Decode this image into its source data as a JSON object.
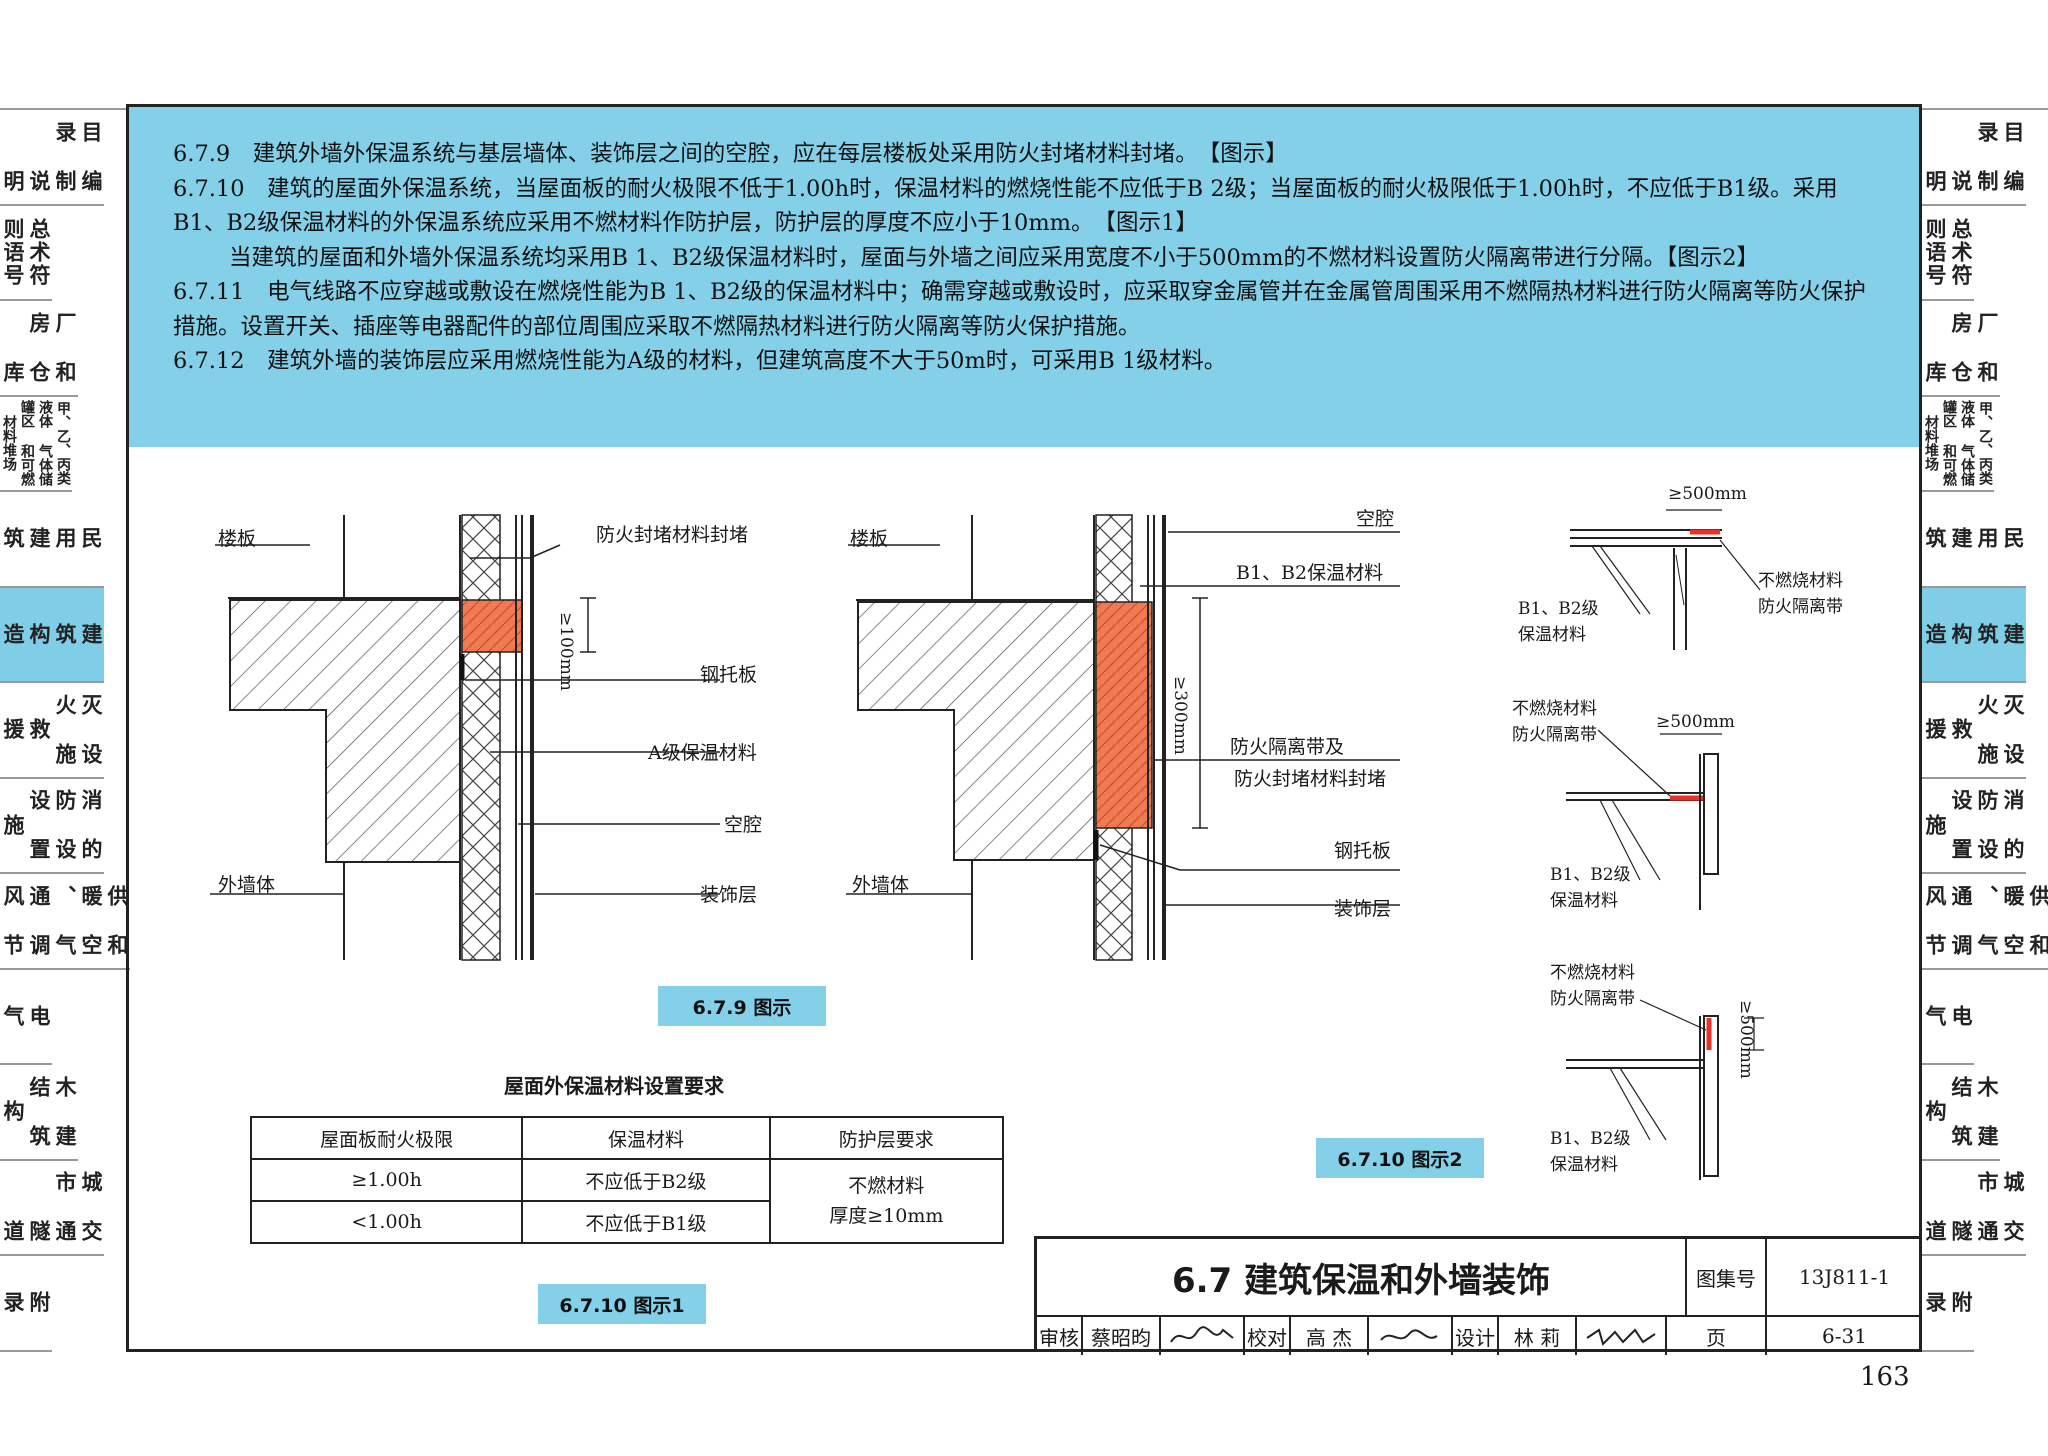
{
  "left_tabs": [
    {
      "label": "目 编\n录 制\n　 说\n　 明"
    },
    {
      "label": "总术符\n则语号"
    },
    {
      "label": "厂 和\n房 仓\n　 库"
    },
    {
      "label": "甲、乙、丙类液体 气体储罐区 和可燃材料堆场"
    },
    {
      "label": "民\n用\n建\n筑"
    },
    {
      "label": "建\n筑\n构\n造"
    },
    {
      "label": "灭 设\n火 施\n救\n援"
    },
    {
      "label": "消 的\n防 设\n设 置\n施"
    },
    {
      "label": "供 和\n暖 空\n、 气\n通 调\n风 节"
    },
    {
      "label": "电\n气"
    },
    {
      "label": "木 建\n结 筑\n构"
    },
    {
      "label": "城 交\n市 通\n　 隧\n　 道"
    },
    {
      "label": "附\n录"
    }
  ],
  "text": {
    "p1": "6.7.9　建筑外墙外保温系统与基层墙体、装饰层之间的空腔，应在每层楼板处采用防火封堵材料封堵。　【图示】",
    "p2": "6.7.10　建筑的屋面外保温系统，当屋面板的耐火极限不低于1.00h时，保温材料的燃烧性能不应低于B 2级；当屋面板的耐火极限低于1.00h时，不应低于B1级。采用B1、B2级保温材料的外保温系统应采用不燃材料作防护层，防护层的厚度不应小于10mm。　【图示1】",
    "p3": "当建筑的屋面和外墙外保温系统均采用B 1、B2级保温材料时，屋面与外墙之间应采用宽度不小于500mm的不燃材料设置防火隔离带进行分隔。【图示2】",
    "p4": "6.7.11　电气线路不应穿越或敷设在燃烧性能为B 1、B2级的保温材料中；确需穿越或敷设时，应采取穿金属管并在金属管周围采用不燃隔热材料进行防火隔离等防火保护措施。设置开关、插座等电器配件的部位周围应采取不燃隔热材料进行防火隔离等防火保护措施。",
    "p5": "6.7.12　建筑外墙的装饰层应采用燃烧性能为A级的材料，但建筑高度不大于50m时，可采用B 1级材料。"
  },
  "fig1": {
    "louban": "楼板",
    "fenglu": "防火封堵材料封堵",
    "dim": "≥100mm",
    "gangtuoban": "钢托板",
    "ajibaowen": "A级保温材料",
    "kongqiang": "空腔",
    "waiqiangti": "外墙体",
    "zhuangshiceng": "装饰层",
    "caption": "6.7.9 图示"
  },
  "fig2": {
    "louban": "楼板",
    "kongqiang": "空腔",
    "b1b2": "B1、B2保温材料",
    "dim": "≥300mm",
    "geli1": "防火隔离带及",
    "geli2": "防火封堵材料封堵",
    "gangtuoban": "钢托板",
    "waiqiangti": "外墙体",
    "zhuangshiceng": "装饰层"
  },
  "fig3": {
    "dim1": "≥500mm",
    "a1": "不燃烧材料",
    "a2": "防火隔离带",
    "b1": "B1、B2级",
    "b2": "保温材料",
    "dim2": "≥500mm",
    "c1": "不燃烧材料",
    "c2": "防火隔离带",
    "d1": "B1、B2级",
    "d2": "保温材料",
    "e1": "不燃烧材料",
    "e2": "防火隔离带",
    "dim3": "≥500mm",
    "f1": "B1、B2级",
    "f2": "保温材料",
    "caption": "6.7.10 图示2"
  },
  "table": {
    "title": "屋面外保温材料设置要求",
    "headers": [
      "屋面板耐火极限",
      "保温材料",
      "防护层要求"
    ],
    "rows": [
      [
        "≥1.00h",
        "不应低于B2级"
      ],
      [
        "<1.00h",
        "不应低于B1级"
      ]
    ],
    "protect1": "不燃材料",
    "protect2": "厚度≥10mm",
    "caption": "6.7.10 图示1"
  },
  "titleblock": {
    "title": "6.7 建筑保温和外墙装饰",
    "atlas_label": "图集号",
    "atlas_no": "13J811-1",
    "shenhe": "审核",
    "shenhe_name": "蔡昭昀",
    "jiaodui": "校对",
    "jiaodui_name": "高 杰",
    "sheji": "设计",
    "sheji_name": "林 莉",
    "page_label": "页",
    "page_no": "6-31"
  },
  "page_number": "163",
  "colors": {
    "accent_blue": "#83d0e8",
    "fire_red": "#e8312a",
    "insulation_orange": "#f07b52"
  }
}
